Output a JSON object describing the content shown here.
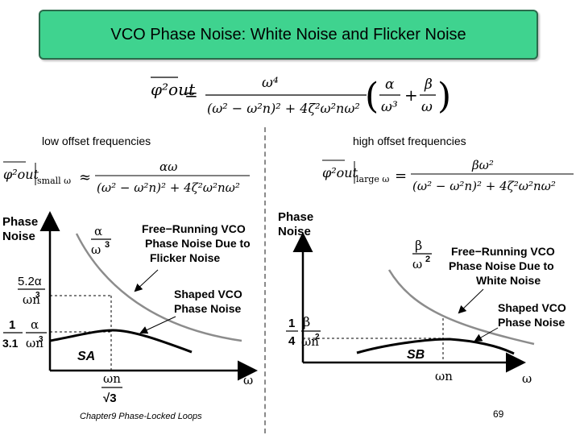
{
  "slide": {
    "title": "VCO Phase Noise: White Noise and Flicker Noise",
    "main_equation": {
      "lhs": "φ²out",
      "numerator": "ω⁴",
      "denominator": "(ω² − ω²n)² + 4ζ²ω²nω²",
      "term1_num": "α",
      "term1_den": "ω³",
      "term2_num": "β",
      "term2_den": "ω"
    },
    "left": {
      "caption": "low offset frequencies",
      "equation": {
        "lhs": "φ²out",
        "subscript": "small ω",
        "numerator": "αω",
        "denominator": "(ω² − ω²n)² + 4ζ²ω²nω²"
      },
      "plot": {
        "ylabel_line1": "Phase",
        "ylabel_line2": "Noise",
        "xlabel": "ω",
        "curve_label_top_num": "α",
        "curve_label_top_den": "ω",
        "curve_label_top_exp": "3",
        "annot_free_1": "Free−Running VCO",
        "annot_free_2": "Phase Noise Due to",
        "annot_free_3": "Flicker Noise",
        "annot_shaped_1": "Shaped VCO",
        "annot_shaped_2": "Phase Noise",
        "tick_hi_num": "5.2α",
        "tick_hi_den": "ωn",
        "tick_hi_exp": "3",
        "tick_lo_frac_num": "1",
        "tick_lo_frac_den": "3.1",
        "tick_lo_num": "α",
        "tick_lo_den": "ωn",
        "tick_lo_exp": "3",
        "peak_label": "SA",
        "x_tick_num": "ωn",
        "x_tick_den": "√3"
      }
    },
    "right": {
      "caption": "high offset frequencies",
      "equation": {
        "lhs": "φ²out",
        "subscript": "large ω",
        "numerator": "βω²",
        "denominator": "(ω² − ω²n)² + 4ζ²ω²nω²"
      },
      "plot": {
        "ylabel_line1": "Phase",
        "ylabel_line2": "Noise",
        "xlabel": "ω",
        "curve_label_top_num": "β",
        "curve_label_top_den": "ω",
        "curve_label_top_exp": "2",
        "annot_free_1": "Free−Running VCO",
        "annot_free_2": "Phase Noise Due to",
        "annot_free_3": "White Noise",
        "annot_shaped_1": "Shaped VCO",
        "annot_shaped_2": "Phase Noise",
        "tick_frac_num": "1",
        "tick_frac_den": "4",
        "tick_num": "β",
        "tick_den": "ωn",
        "tick_exp": "2",
        "peak_label": "SB",
        "x_tick": "ωn"
      }
    },
    "footer": {
      "chapter": "Chapter9 Phase-Locked Loops",
      "page": "69"
    },
    "colors": {
      "title_bg": "#3fd38f",
      "title_border": "#2b6a4b",
      "free_curve": "#8c8c8c",
      "shaped_curve": "#000000"
    }
  }
}
